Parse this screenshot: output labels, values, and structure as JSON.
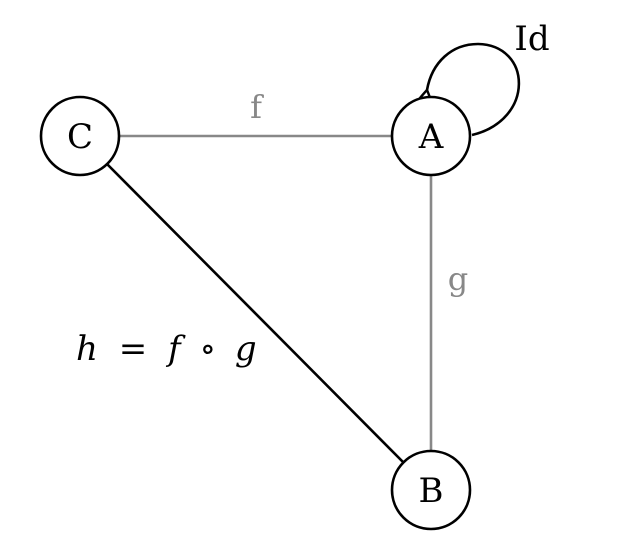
{
  "diagram": {
    "nodes": {
      "A": {
        "label": "A"
      },
      "B": {
        "label": "B"
      },
      "C": {
        "label": "C"
      }
    },
    "edges": {
      "f": {
        "from": "A",
        "to": "C",
        "label": "f",
        "color": "#888888"
      },
      "g": {
        "from": "B",
        "to": "A",
        "label": "g",
        "color": "#888888"
      },
      "h": {
        "from": "B",
        "to": "C",
        "label_parts": {
          "h": "h",
          "eq": "=",
          "f": "f",
          "compose": "∘",
          "g": "g"
        },
        "color": "#000000"
      },
      "id": {
        "from": "A",
        "to": "A",
        "label": "Id",
        "color": "#000000"
      }
    }
  }
}
